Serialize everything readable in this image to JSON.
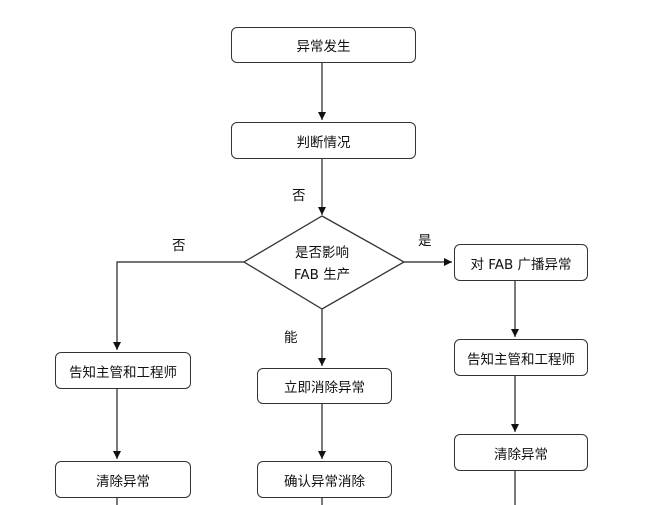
{
  "nodes": {
    "start": "异常发生",
    "judge": "判断情况",
    "decision_line1": "是否影响",
    "decision_line2": "FAB 生产",
    "broadcast": "对 FAB 广播异常",
    "notify_left": "告知主管和工程师",
    "notify_right": "告知主管和工程师",
    "clear_now": "立即消除异常",
    "clear_left": "清除异常",
    "clear_right": "清除异常",
    "confirm": "确认异常消除"
  },
  "edge_labels": {
    "top_no": "否",
    "left_no": "否",
    "right_yes": "是",
    "down_can": "能"
  }
}
